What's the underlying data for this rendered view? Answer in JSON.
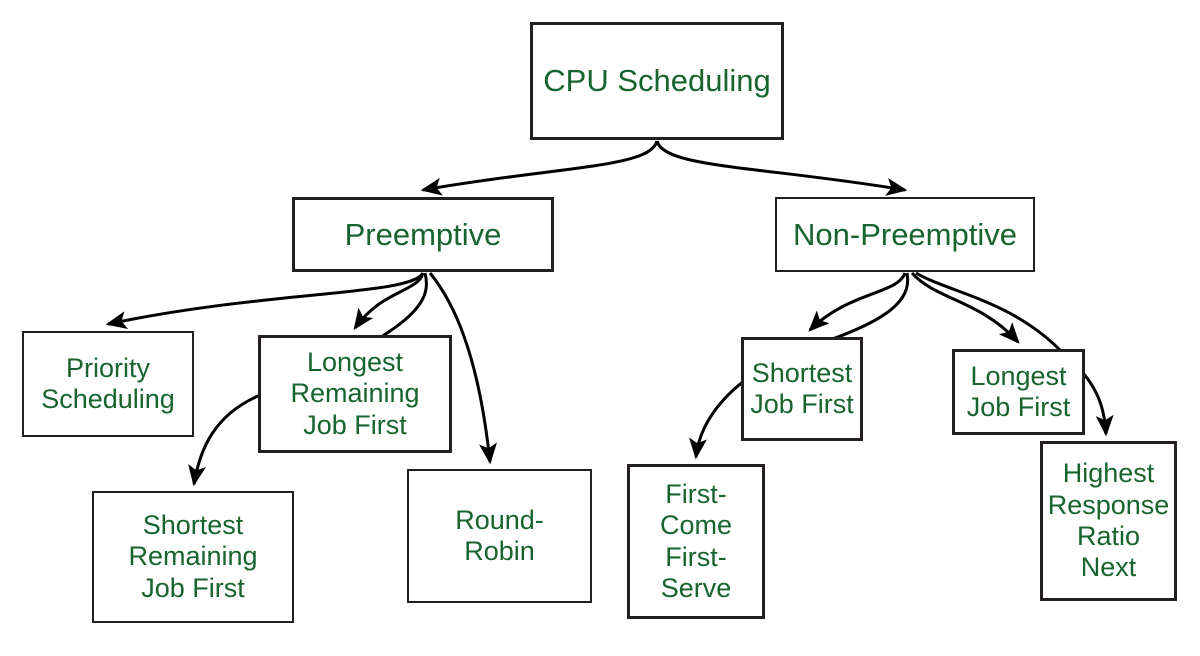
{
  "diagram": {
    "title": "CPU Scheduling",
    "type": "tree",
    "colors": {
      "text": "#17642e",
      "border": "#231f20",
      "background": "#ffffff",
      "edge": "#000000"
    },
    "nodes": [
      {
        "id": "root",
        "label": "CPU Scheduling"
      },
      {
        "id": "pre",
        "label": "Preemptive"
      },
      {
        "id": "nonpre",
        "label": "Non-Preemptive"
      },
      {
        "id": "priority",
        "label": "Priority\nScheduling"
      },
      {
        "id": "lrjf",
        "label": "Longest\nRemaining\nJob First"
      },
      {
        "id": "srjf",
        "label": "Shortest\nRemaining\nJob First"
      },
      {
        "id": "rr",
        "label": "Round-\nRobin"
      },
      {
        "id": "sjf",
        "label": "Shortest\nJob First"
      },
      {
        "id": "ljf",
        "label": "Longest\nJob First"
      },
      {
        "id": "fcfs",
        "label": "First-\nCome\nFirst-\nServe"
      },
      {
        "id": "hrrn",
        "label": "Highest\nResponse\nRatio\nNext"
      }
    ],
    "edges": [
      {
        "from": "root",
        "to": "pre"
      },
      {
        "from": "root",
        "to": "nonpre"
      },
      {
        "from": "pre",
        "to": "priority"
      },
      {
        "from": "pre",
        "to": "lrjf"
      },
      {
        "from": "pre",
        "to": "srjf"
      },
      {
        "from": "pre",
        "to": "rr"
      },
      {
        "from": "nonpre",
        "to": "sjf"
      },
      {
        "from": "nonpre",
        "to": "fcfs"
      },
      {
        "from": "nonpre",
        "to": "ljf"
      },
      {
        "from": "nonpre",
        "to": "hrrn"
      }
    ]
  }
}
